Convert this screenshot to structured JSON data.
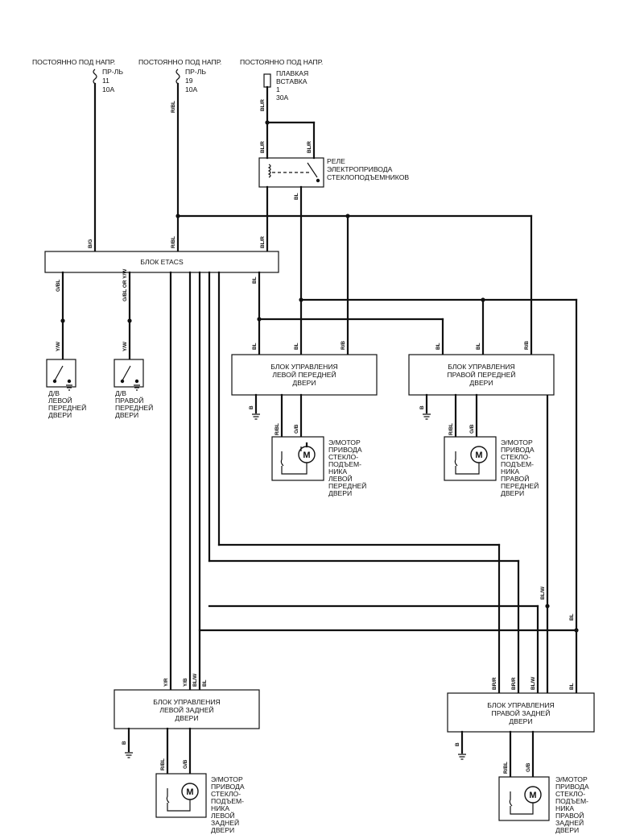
{
  "sources": [
    {
      "label": "ПОСТОЯННО ПОД НАПР.",
      "device": [
        "ПР-ЛЬ",
        "11",
        "10А"
      ]
    },
    {
      "label": "ПОСТОЯННО ПОД НАПР.",
      "device": [
        "ПР-ЛЬ",
        "19",
        "10А"
      ]
    },
    {
      "label": "ПОСТОЯННО ПОД НАПР.",
      "device": [
        "ПЛАВКАЯ",
        "ВСТАВКА",
        "1",
        "30А"
      ]
    }
  ],
  "relay": [
    "РЕЛЕ",
    "ЭЛЕКТРОПРИВОДА",
    "СТЕКЛОПОДЪЕМНИКОВ"
  ],
  "etacs": "БЛОК ETACS",
  "door_switches": [
    [
      "Д/В",
      "ЛЕВОЙ",
      "ПЕРЕДНЕЙ",
      "ДВЕРИ"
    ],
    [
      "Д/В",
      "ПРАВОЙ",
      "ПЕРЕДНЕЙ",
      "ДВЕРИ"
    ]
  ],
  "control_units": {
    "front_left": [
      "БЛОК УПРАВЛЕНИЯ",
      "ЛЕВОЙ ПЕРЕДНЕЙ",
      "ДВЕРИ"
    ],
    "front_right": [
      "БЛОК УПРАВЛЕНИЯ",
      "ПРАВОЙ ПЕРЕДНЕЙ",
      "ДВЕРИ"
    ],
    "rear_left": [
      "БЛОК УПРАВЛЕНИЯ",
      "ЛЕВОЙ ЗАДНЕЙ",
      "ДВЕРИ"
    ],
    "rear_right": [
      "БЛОК УПРАВЛЕНИЯ",
      "ПРАВОЙ ЗАДНЕЙ",
      "ДВЕРИ"
    ]
  },
  "motors": {
    "symbol": "M",
    "front_left": [
      "Э/МОТОР",
      "ПРИВОДА",
      "СТЕКЛО-",
      "ПОДЪЕМ-",
      "НИКА",
      "ЛЕВОЙ",
      "ПЕРЕДНЕЙ",
      "ДВЕРИ"
    ],
    "front_right": [
      "Э/МОТОР",
      "ПРИВОДА",
      "СТЕКЛО-",
      "ПОДЪЕМ-",
      "НИКА",
      "ПРАВОЙ",
      "ПЕРЕДНЕЙ",
      "ДВЕРИ"
    ],
    "rear_left": [
      "Э/МОТОР",
      "ПРИВОДА",
      "СТЕКЛО-",
      "ПОДЪЕМ-",
      "НИКА",
      "ЛЕВОЙ",
      "ЗАДНЕЙ",
      "ДВЕРИ"
    ],
    "rear_right": [
      "Э/МОТОР",
      "ПРИВОДА",
      "СТЕКЛО-",
      "ПОДЪЕМ-",
      "НИКА",
      "ПРАВОЙ",
      "ЗАДНЕЙ",
      "ДВЕРИ"
    ]
  },
  "wire_codes": {
    "bg": "B/G",
    "rbl": "R/BL",
    "blr": "BL/R",
    "bl": "BL",
    "gbl": "G/BL",
    "gbl_or_yw": "G/BL OR Y/W",
    "yw": "Y/W",
    "rb": "R/B",
    "b": "B",
    "gb": "G/B",
    "yr": "Y/R",
    "yb": "Y/B",
    "blw": "BL/W",
    "brr": "BR/R"
  }
}
